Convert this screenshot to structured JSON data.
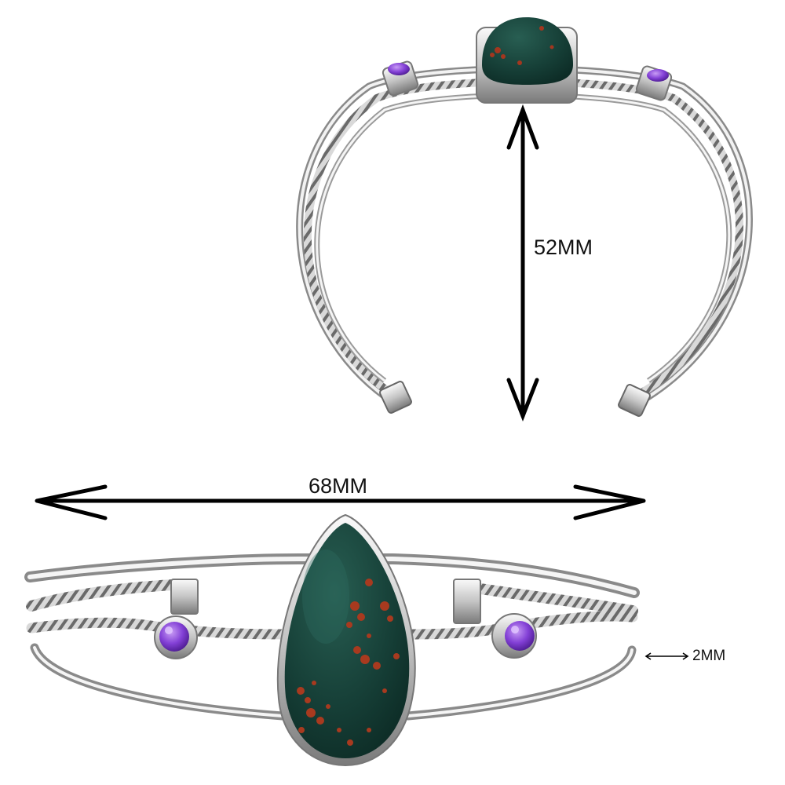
{
  "product": {
    "colors": {
      "silver_light": "#f4f4f4",
      "silver_mid": "#bdbdbd",
      "silver_dark": "#6e6e6e",
      "stone_green": "#153d35",
      "stone_red": "#a3371f",
      "amethyst": "#7b3bd0"
    }
  },
  "dimensions": {
    "height": {
      "label": "52MM",
      "icon": "vertical-double-arrow-icon"
    },
    "width": {
      "label": "68MM",
      "icon": "horizontal-double-arrow-icon"
    },
    "band": {
      "label": "2MM",
      "icon": "small-double-arrow-icon"
    }
  }
}
